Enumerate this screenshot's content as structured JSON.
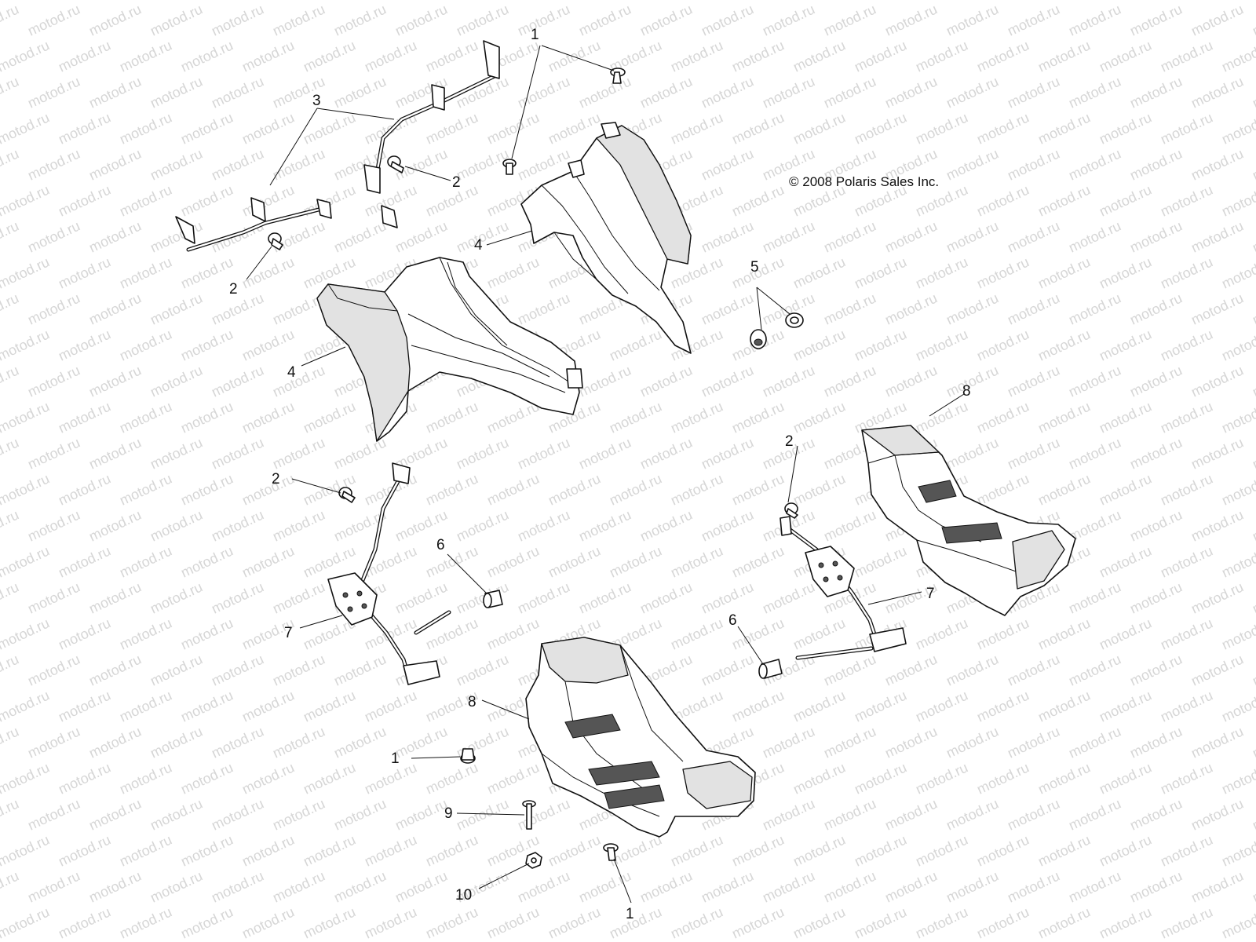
{
  "copyright": "© 2008 Polaris Sales Inc.",
  "watermark_text": "motod.ru",
  "callouts": [
    {
      "id": "c1a",
      "label": "1"
    },
    {
      "id": "c1b",
      "label": "1"
    },
    {
      "id": "c1c",
      "label": "1"
    },
    {
      "id": "c2a",
      "label": "2"
    },
    {
      "id": "c2b",
      "label": "2"
    },
    {
      "id": "c2c",
      "label": "2"
    },
    {
      "id": "c2d",
      "label": "2"
    },
    {
      "id": "c3",
      "label": "3"
    },
    {
      "id": "c4a",
      "label": "4"
    },
    {
      "id": "c4b",
      "label": "4"
    },
    {
      "id": "c5",
      "label": "5"
    },
    {
      "id": "c6a",
      "label": "6"
    },
    {
      "id": "c6b",
      "label": "6"
    },
    {
      "id": "c7a",
      "label": "7"
    },
    {
      "id": "c7b",
      "label": "7"
    },
    {
      "id": "c8a",
      "label": "8"
    },
    {
      "id": "c8b",
      "label": "8"
    },
    {
      "id": "c9",
      "label": "9"
    },
    {
      "id": "c10",
      "label": "10"
    }
  ]
}
